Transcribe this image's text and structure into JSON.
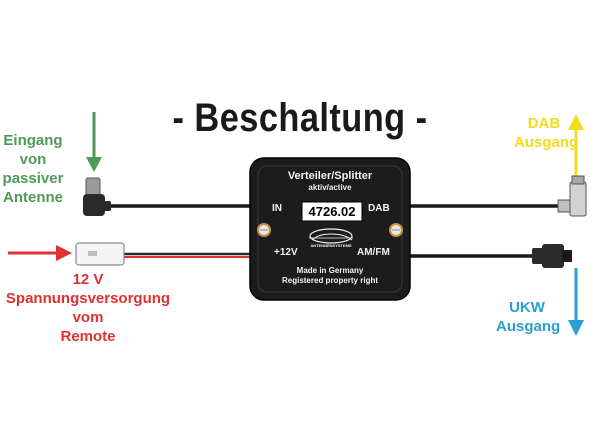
{
  "title": "- Beschaltung -",
  "labels": {
    "input": [
      "Eingang",
      "von",
      "passiver",
      "Antenne"
    ],
    "power": [
      "12 V",
      "Spannungsversorgung",
      "vom",
      "Remote"
    ],
    "dab_out": [
      "DAB",
      "Ausgang"
    ],
    "ukw_out": [
      "UKW",
      "Ausgang"
    ]
  },
  "device": {
    "header": "Verteiler/Splitter",
    "subheader": "aktiv/active",
    "model": "4726.02",
    "port_in": "IN",
    "port_dab": "DAB",
    "port_12v": "+12V",
    "port_amfm": "AM/FM",
    "footer": [
      "Made in Germany",
      "Registered property right"
    ],
    "logo_text": "ANTENNENSYSTEME"
  },
  "colors": {
    "green": "#4e9a58",
    "red": "#e0312f",
    "yellow": "#f2dd1c",
    "blue": "#2a9fd0"
  }
}
